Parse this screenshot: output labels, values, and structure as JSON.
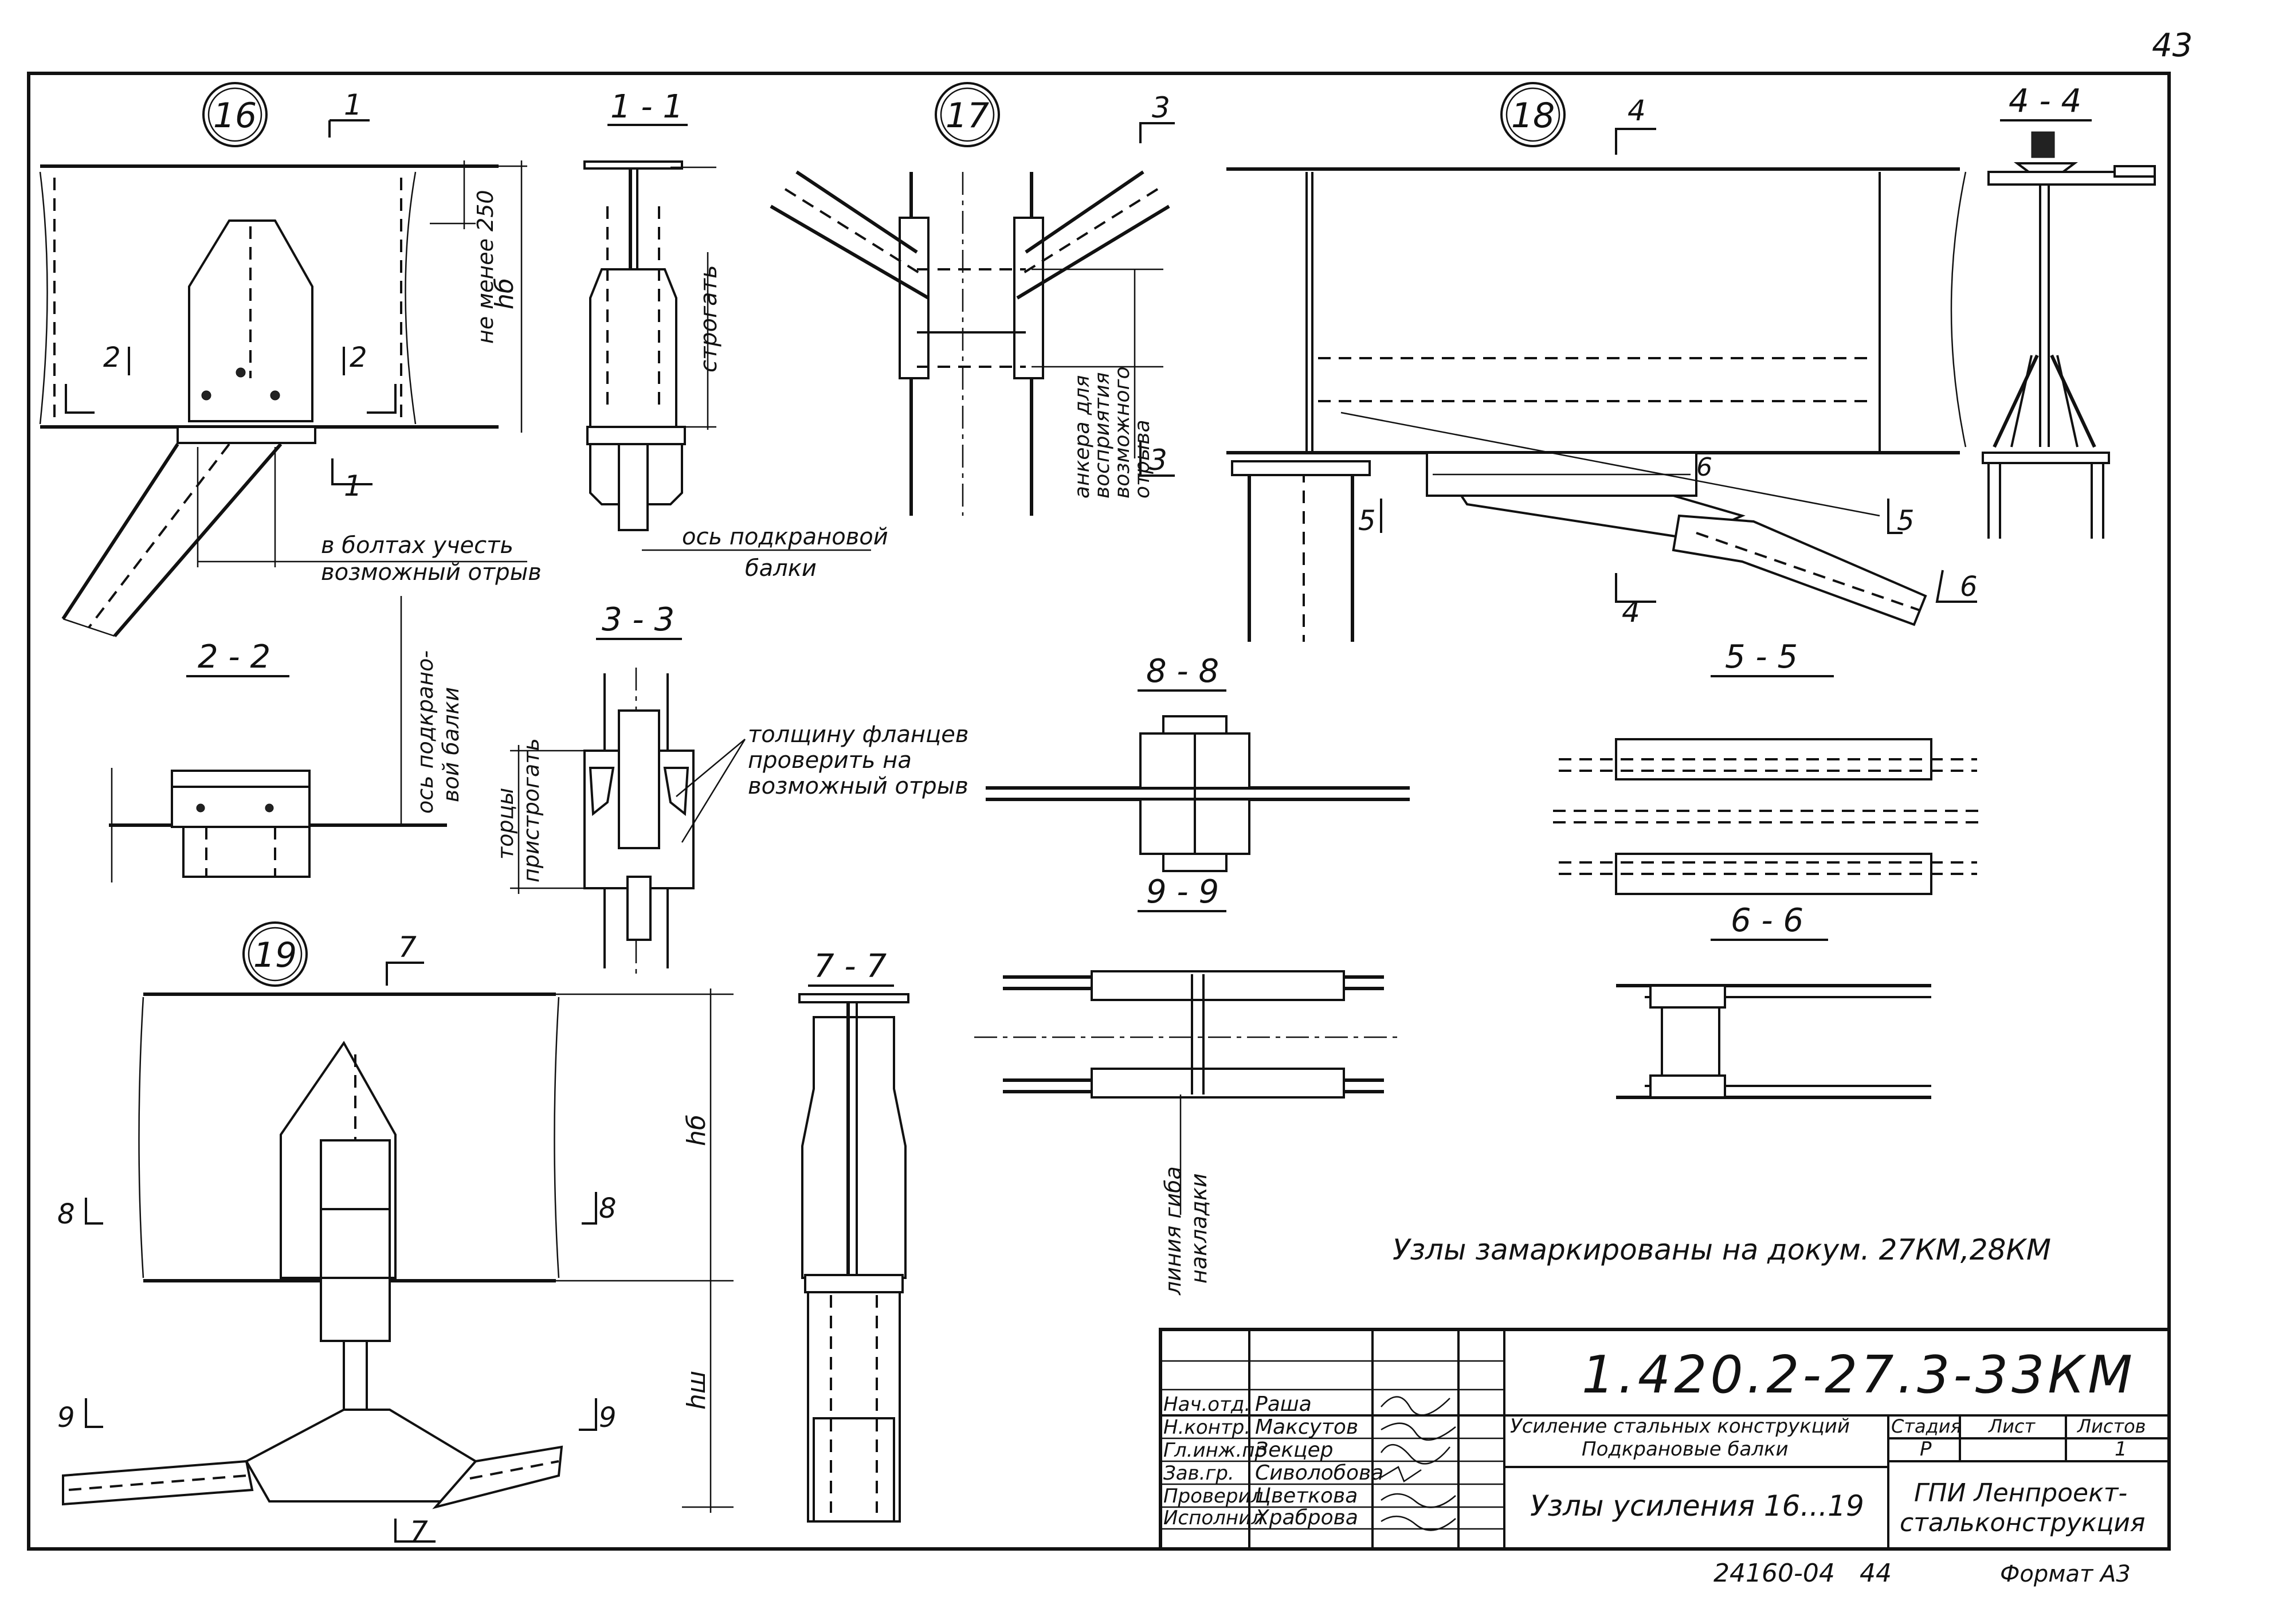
{
  "page_number": "43",
  "nodes": {
    "n16": "16",
    "n17": "17",
    "n18": "18",
    "n19": "19"
  },
  "sections": {
    "s1_1": "1 - 1",
    "s2_2": "2 - 2",
    "s3_3": "3 - 3",
    "s4_4": "4 - 4",
    "s5_5": "5 - 5",
    "s6_6": "6 - 6",
    "s7_7": "7 - 7",
    "s8_8": "8 - 8",
    "s9_9": "9 - 9"
  },
  "cut_marks": {
    "c1": "1",
    "c2": "2",
    "c3": "3",
    "c4": "4",
    "c5": "5",
    "c6": "6",
    "c7": "7",
    "c8": "8",
    "c9": "9"
  },
  "dimensions": {
    "ne_menee_250": "не менее 250",
    "hb": "hб",
    "hw": "hш"
  },
  "notes": {
    "strogat": "строгать",
    "v_boltah_1": "в болтах учесть",
    "v_boltah_2": "возможный отрыв",
    "os_podkranovoy_1": "ось подкрановой",
    "os_podkranovoy_2": "балки",
    "os_podkrano_v_1": "ось подкрано-",
    "os_podkrano_v_2": "вой балки",
    "ankera_1": "анкера для",
    "ankera_2": "восприятия",
    "ankera_3": "возможного",
    "ankera_4": "отрыва",
    "tortsy_1": "торцы",
    "tortsy_2": "пристрогать",
    "tolshchinu_1": "толщину фланцев",
    "tolshchinu_2": "проверить на",
    "tolshchinu_3": "возможный отрыв",
    "liniya_1": "линия гиба",
    "liniya_2": "накладки",
    "marked": "Узлы замаркированы на докум.  27КМ,28КМ"
  },
  "title_block": {
    "code": "1.420.2-27.3-33КМ",
    "roles": [
      "Нач.отд.",
      "Н.контр.",
      "Гл.инж.пр",
      "Зав.гр.",
      "Проверил",
      "Исполнил"
    ],
    "names": [
      "Раша",
      "Максутов",
      "Зекцер",
      "Сиволобова",
      "Цветкова",
      "Храброва"
    ],
    "project_1": "Усиление стальных конструкций",
    "project_2": "Подкрановые балки",
    "sheet_title": "Узлы усиления 16...19",
    "stage_label": "Стадия",
    "sheet_label": "Лист",
    "sheets_label": "Листов",
    "stage": "Р",
    "sheet": "",
    "sheets": "1",
    "org_1": "ГПИ Ленпроект-",
    "org_2": "стальконструкция"
  },
  "footer": {
    "inv": "24160-04",
    "num": "44",
    "format": "Формат А3"
  }
}
